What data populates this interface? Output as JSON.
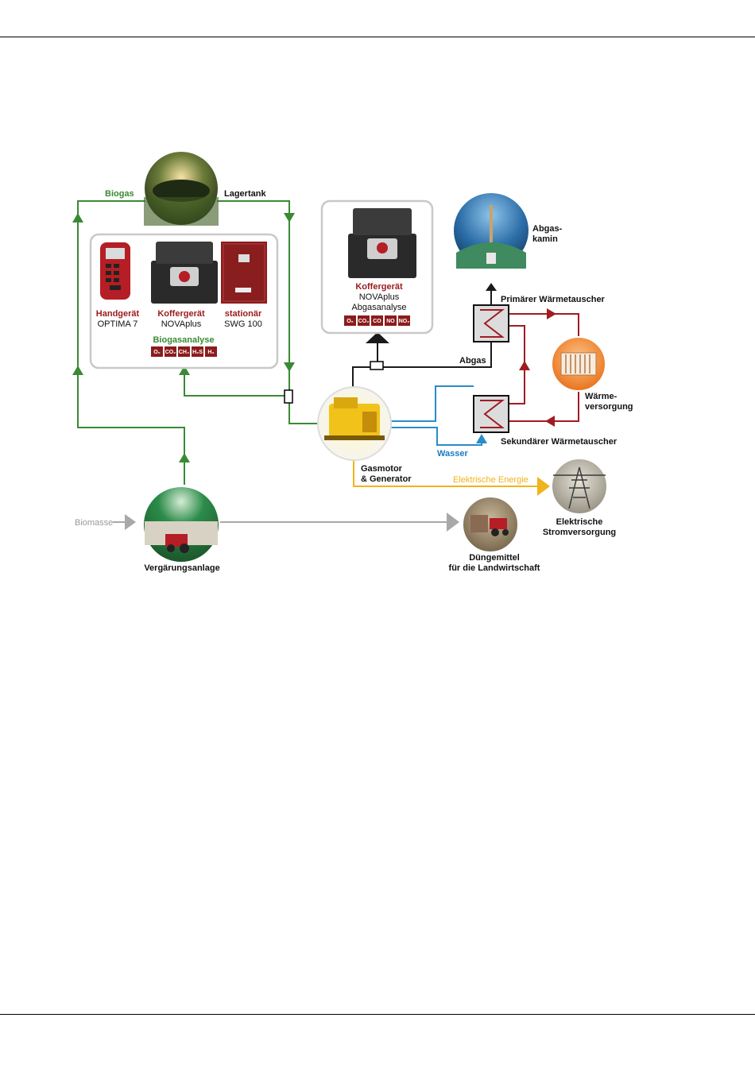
{
  "labels": {
    "biogas": "Biogas",
    "lagertank": "Lagertank",
    "handgeraet": "Handgerät",
    "optima7": "OPTIMA 7",
    "koffergeraet_left": "Koffergerät",
    "novaplus_left": "NOVAplus",
    "stationaer": "stationär",
    "swg100": "SWG 100",
    "biogasanalyse": "Biogasanalyse",
    "koffergeraet_top": "Koffergerät",
    "novaplus_top": "NOVAplus",
    "abgasanalyse": "Abgasanalyse",
    "abgaskamin_1": "Abgas-",
    "abgaskamin_2": "kamin",
    "primaerer": "Primärer Wärmetauscher",
    "abgas": "Abgas",
    "waerme_1": "Wärme-",
    "waerme_2": "versorgung",
    "sekundaerer": "Sekundärer Wärmetauscher",
    "wasser": "Wasser",
    "gasmotor_1": "Gasmotor",
    "gasmotor_2": "& Generator",
    "elektrische_energie": "Elektrische Energie",
    "elektrische_1": "Elektrische",
    "elektrische_2": "Stromversorgung",
    "biomasse": "Biomasse",
    "vergaerungsanlage": "Vergärungsanlage",
    "duenge_1": "Düngemittel",
    "duenge_2": "für die Landwirtschaft"
  },
  "gas_chips_biogas": [
    "O₂",
    "CO₂",
    "CH₄",
    "H₂S",
    "H₂"
  ],
  "gas_chips_abgas": [
    "O₂",
    "CO₂",
    "CO",
    "NO",
    "NO₂"
  ],
  "colors": {
    "biogas_line": "#3a8a34",
    "abgas_line": "#1a1a1a",
    "heat_line": "#a01c22",
    "water_line": "#2a8cc8",
    "energy_line": "#f0b41c",
    "biomass_line": "#a8a8a8",
    "chip": "#8c1c1c"
  }
}
